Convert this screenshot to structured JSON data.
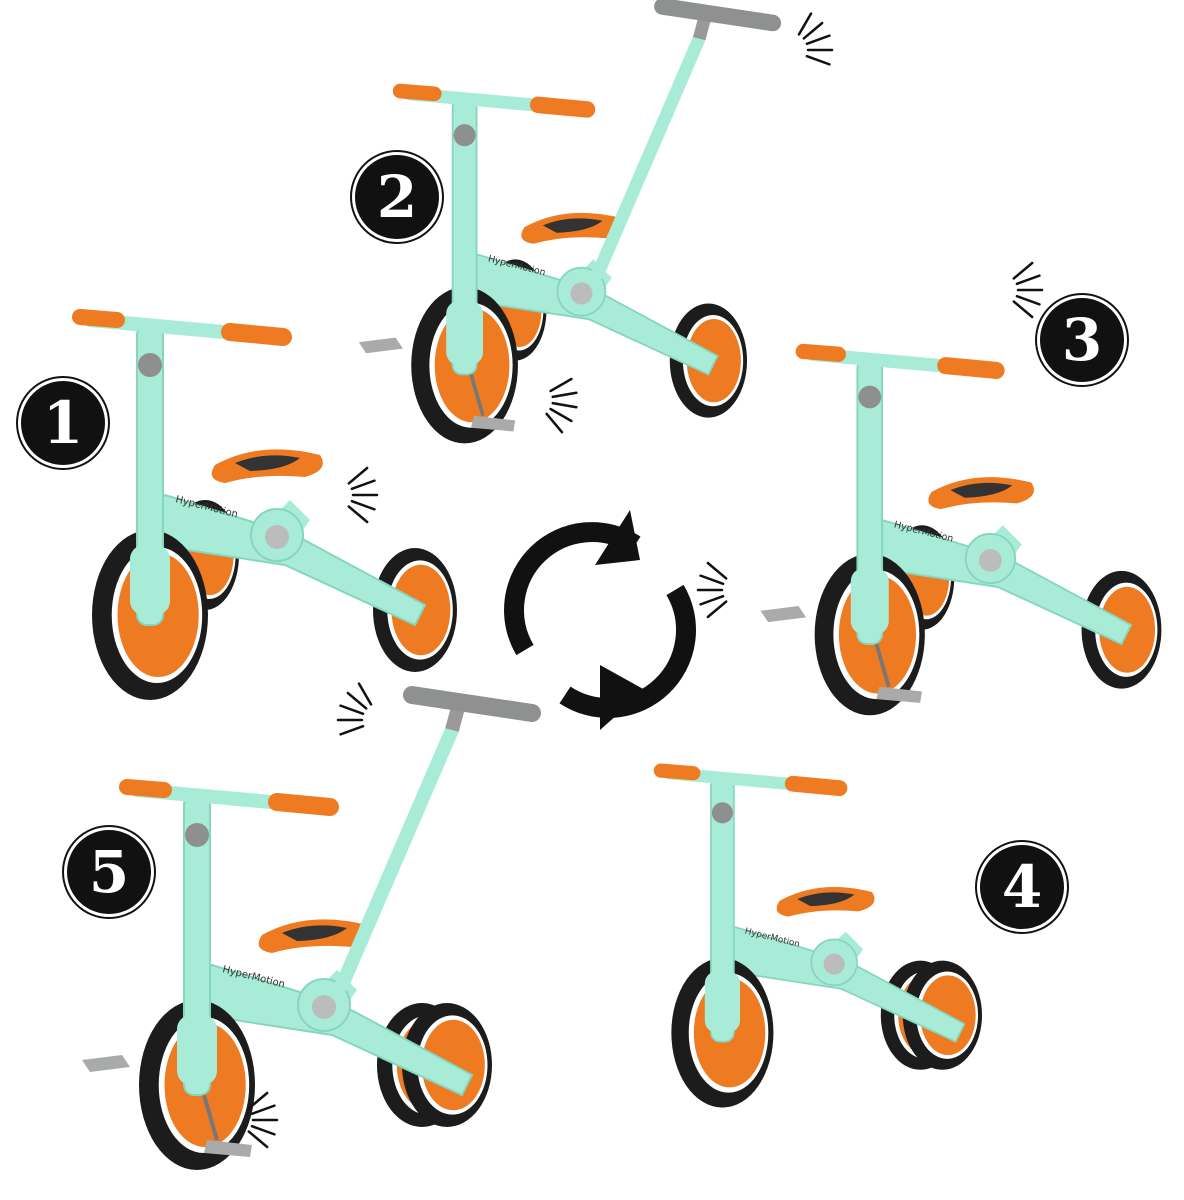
{
  "brand_logo": "HyperMotion",
  "colors": {
    "frame": "#a8ecd8",
    "frame_shade": "#86d6bf",
    "accent": "#ee7a22",
    "tire": "#1c1c1c",
    "grey": "#8e9090",
    "badge": "#111111"
  },
  "icons": {
    "center": "sync-arrows-icon"
  },
  "modes": [
    {
      "number": "1",
      "push_bar": false,
      "pedals": false
    },
    {
      "number": "2",
      "push_bar": true,
      "pedals": true
    },
    {
      "number": "3",
      "push_bar": false,
      "pedals": true
    },
    {
      "number": "4",
      "push_bar": false,
      "pedals": false
    },
    {
      "number": "5",
      "push_bar": true,
      "pedals": true
    }
  ]
}
